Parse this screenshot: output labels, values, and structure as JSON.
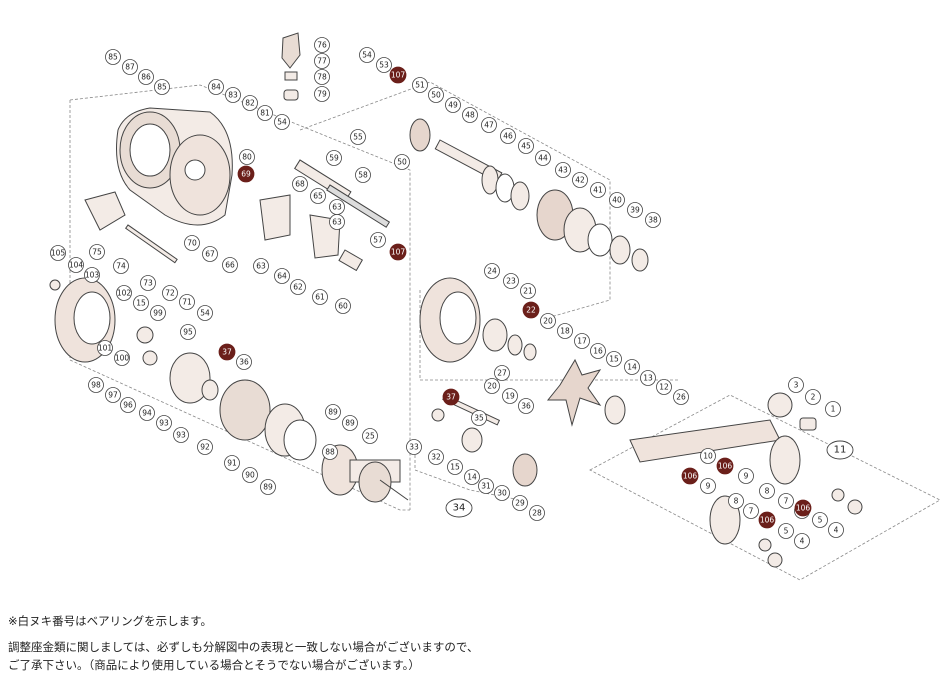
{
  "diagram": {
    "callouts_plain": [
      "85",
      "87",
      "86",
      "85",
      "84",
      "83",
      "82",
      "81",
      "54",
      "80",
      "76",
      "77",
      "78",
      "79",
      "54",
      "53",
      "51",
      "50",
      "49",
      "48",
      "47",
      "50",
      "46",
      "45",
      "44",
      "43",
      "42",
      "41",
      "40",
      "39",
      "38",
      "55",
      "59",
      "58",
      "68",
      "65",
      "63",
      "63",
      "57",
      "60",
      "61",
      "62",
      "64",
      "63",
      "66",
      "67",
      "70",
      "71",
      "72",
      "54",
      "73",
      "74",
      "75",
      "105",
      "104",
      "103",
      "102",
      "15",
      "99",
      "101",
      "100",
      "95",
      "98",
      "97",
      "96",
      "94",
      "93",
      "93",
      "36",
      "92",
      "91",
      "90",
      "89",
      "89",
      "89",
      "88",
      "25",
      "24",
      "23",
      "21",
      "20",
      "18",
      "17",
      "16",
      "15",
      "14",
      "13",
      "12",
      "26",
      "20",
      "27",
      "19",
      "36",
      "35",
      "33",
      "32",
      "15",
      "14",
      "31",
      "30",
      "29",
      "28",
      "3",
      "2",
      "1",
      "10",
      "9",
      "8",
      "7",
      "6",
      "5",
      "4",
      "9",
      "8",
      "7",
      "5",
      "4"
    ],
    "callouts_highlight": [
      "107",
      "69",
      "107",
      "22",
      "37",
      "37",
      "106",
      "106",
      "106",
      "106"
    ],
    "group_labels": [
      "11",
      "34"
    ]
  },
  "notes": {
    "line1": "※白ヌキ番号はベアリングを示します。",
    "line2": "調整座金類に関しましては、必ずしも分解図中の表現と一致しない場合がございますので、",
    "line3": "ご了承下さい。（商品により使用している場合とそうでない場合がございます。）"
  },
  "colors": {
    "line": "#444444",
    "part_fill": "#f3ebe6",
    "part_shade": "#d9c6bd",
    "highlight": "#6b1f1a",
    "dashed": "#777777"
  }
}
